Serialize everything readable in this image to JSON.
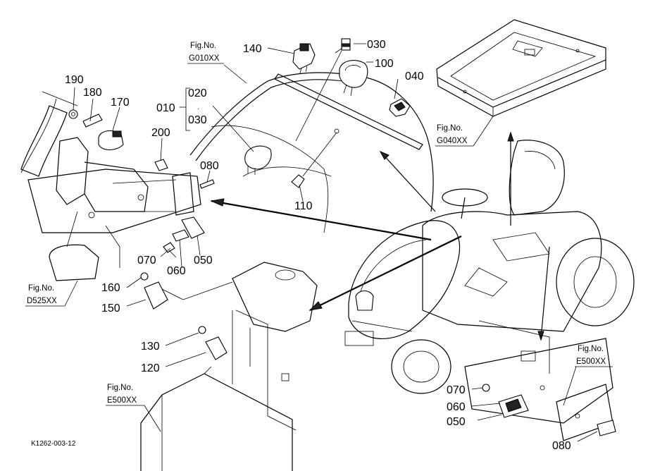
{
  "labels": {
    "p140": "140",
    "p030a": "030",
    "p100": "100",
    "p040": "040",
    "p190": "190",
    "p180": "180",
    "p170": "170",
    "p010": "010",
    "p020": "020",
    "p030b": "030",
    "p200": "200",
    "p080a": "080",
    "p110": "110",
    "p070a": "070",
    "p060a": "060",
    "p050a": "050",
    "p160": "160",
    "p150": "150",
    "p130": "130",
    "p120": "120",
    "p070b": "070",
    "p060b": "060",
    "p050b": "050",
    "p080b": "080"
  },
  "figrefs": {
    "g010": {
      "title": "Fig.No.",
      "code": "G010XX"
    },
    "g040": {
      "title": "Fig.No.",
      "code": "G040XX"
    },
    "d525": {
      "title": "Fig.No.",
      "code": "D525XX"
    },
    "e500a": {
      "title": "Fig.No.",
      "code": "E500XX"
    },
    "e500b": {
      "title": "Fig.No.",
      "code": "E500XX"
    }
  },
  "footer": {
    "drawing_id": "K1262-003-12"
  }
}
